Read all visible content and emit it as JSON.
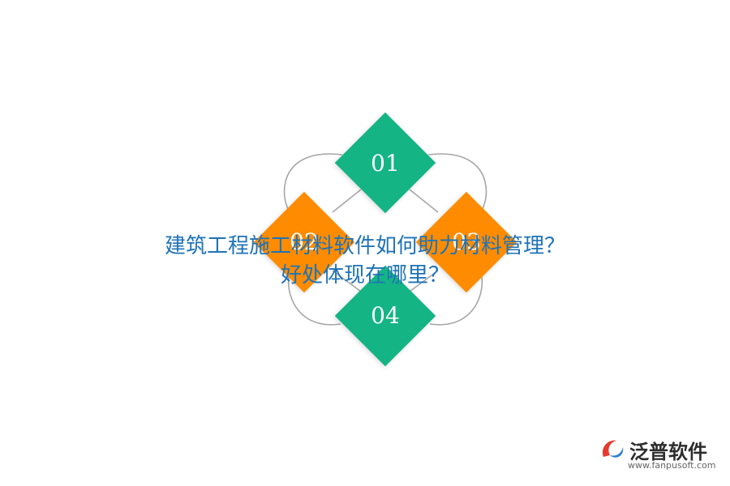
{
  "diagram": {
    "items": [
      {
        "label": "01",
        "color": "#14b484"
      },
      {
        "label": "02",
        "color": "#ff8c00"
      },
      {
        "label": "03",
        "color": "#ff8c00"
      },
      {
        "label": "04",
        "color": "#14b484"
      }
    ],
    "connector_color": "#a6a6a6"
  },
  "title": {
    "line1": "建筑工程施工材料软件如何助力材料管理？",
    "line2": "好处体现在哪里？",
    "color": "#1f73b7"
  },
  "logo": {
    "name": "泛普软件",
    "url": "www.fanpusoft.com"
  }
}
